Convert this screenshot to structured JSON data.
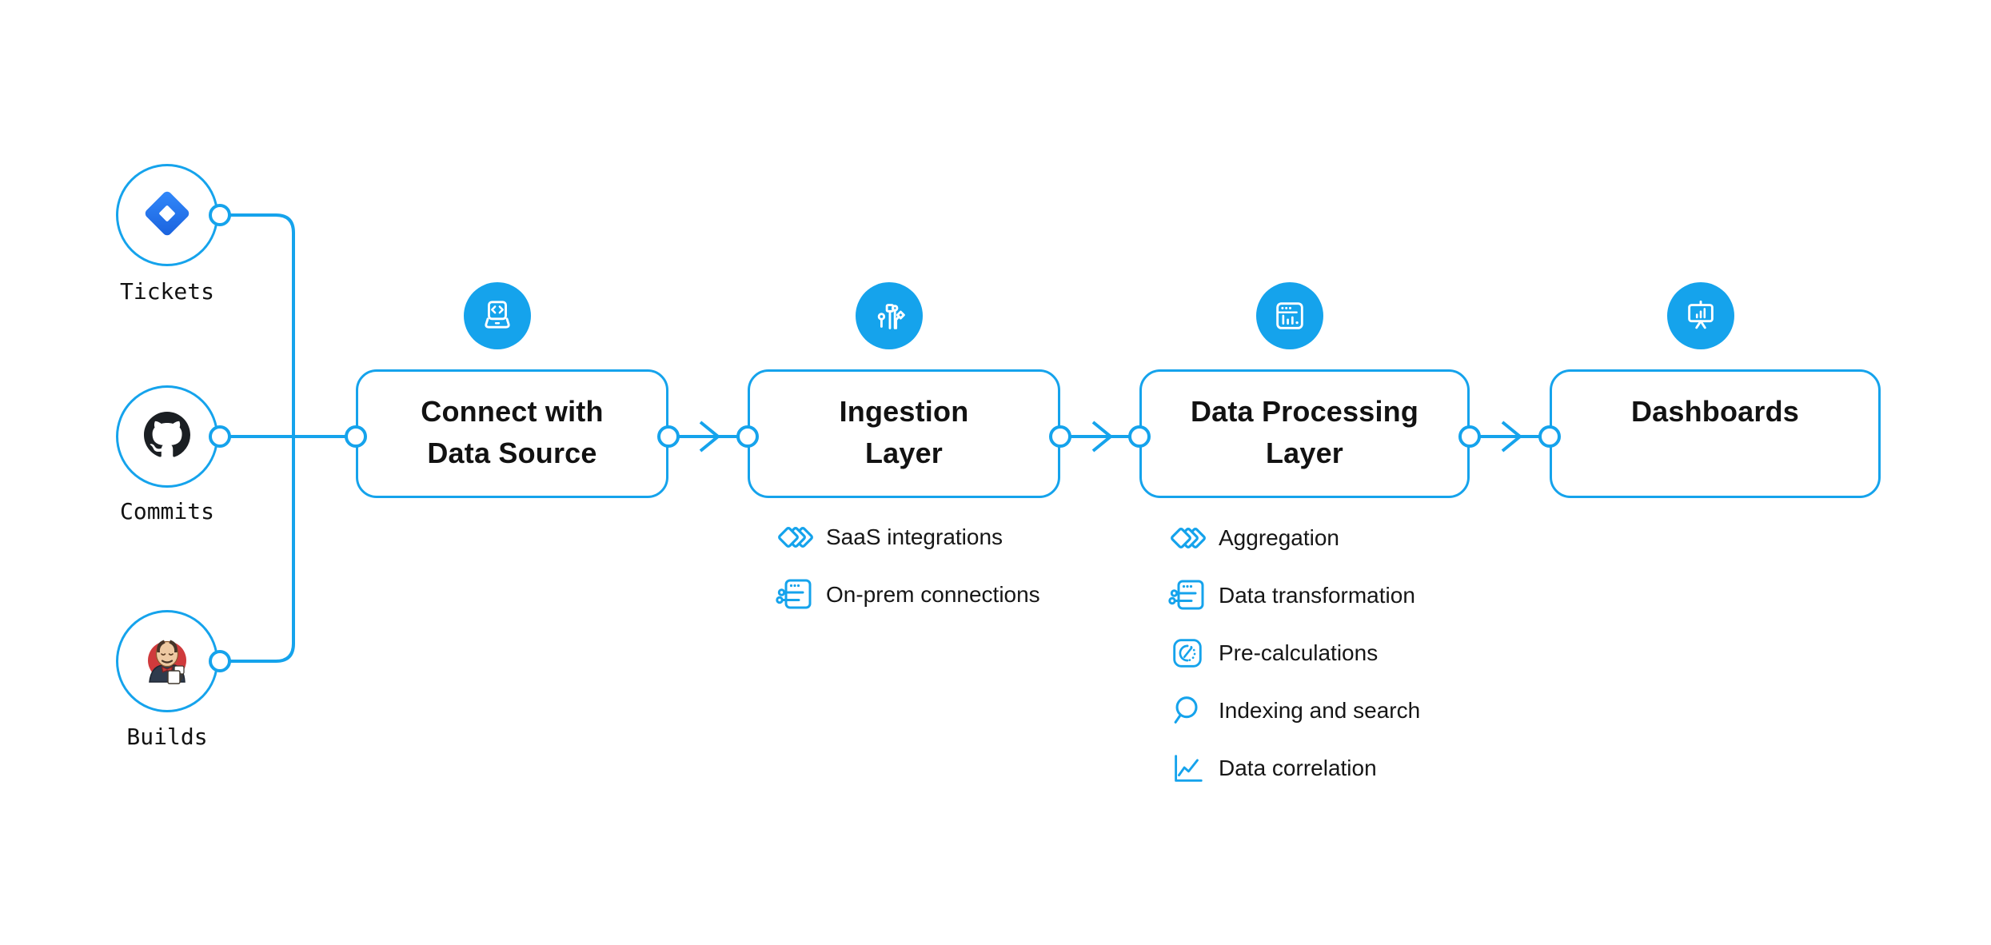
{
  "diagram": {
    "colors": {
      "accent": "#15a3ec",
      "background": "#ffffff",
      "text": "#121212"
    },
    "sources": [
      {
        "label": "Tickets",
        "icon": "jira-icon"
      },
      {
        "label": "Commits",
        "icon": "github-icon"
      },
      {
        "label": "Builds",
        "icon": "jenkins-icon"
      }
    ],
    "stages": [
      {
        "title": "Connect with\nData Source",
        "icon": "laptop-code-icon",
        "items": []
      },
      {
        "title": "Ingestion\nLayer",
        "icon": "circuit-icon",
        "items": [
          {
            "icon": "stacked-diamonds-icon",
            "label": "SaaS integrations"
          },
          {
            "icon": "window-sliders-icon",
            "label": "On-prem connections"
          }
        ]
      },
      {
        "title": "Data Processing\nLayer",
        "icon": "window-chart-icon",
        "items": [
          {
            "icon": "stacked-diamonds-icon",
            "label": "Aggregation"
          },
          {
            "icon": "window-sliders-icon",
            "label": "Data transformation"
          },
          {
            "icon": "gauge-icon",
            "label": "Pre-calculations"
          },
          {
            "icon": "search-icon",
            "label": "Indexing and search"
          },
          {
            "icon": "line-chart-icon",
            "label": "Data correlation"
          }
        ]
      },
      {
        "title": "Dashboards",
        "icon": "presentation-chart-icon",
        "items": []
      }
    ]
  }
}
